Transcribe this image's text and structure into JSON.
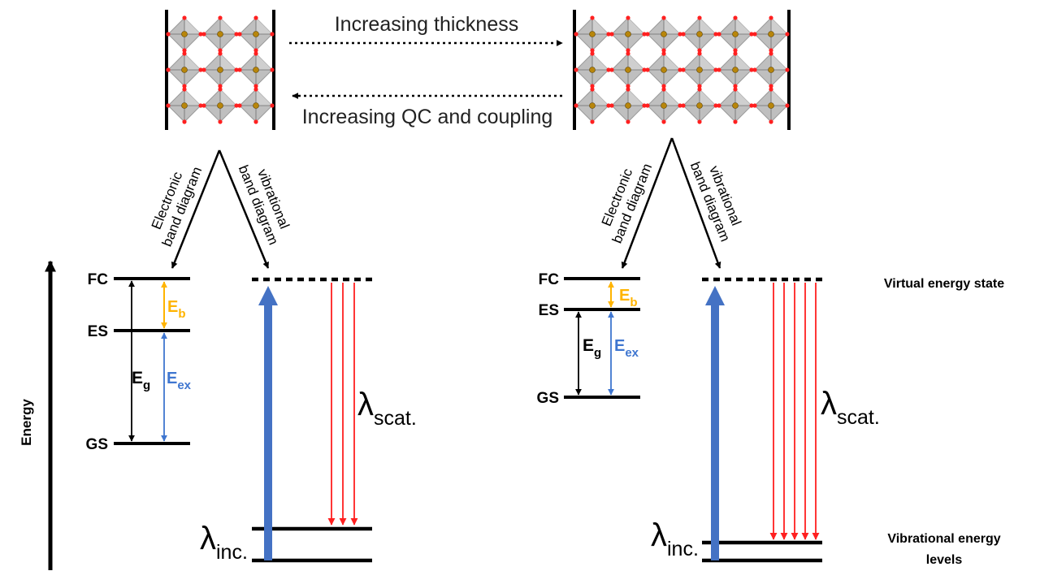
{
  "header": {
    "increasing_thickness": "Increasing thickness",
    "increasing_qc": "Increasing QC and coupling"
  },
  "labels": {
    "energy": "Energy",
    "electronic_line1": "Electronic",
    "electronic_line2": "band diagram",
    "vibrational_line1": "vibrational",
    "vibrational_line2": "band diagram",
    "virtual_energy_state": "Virtual energy state",
    "vibrational_levels_line1": "Vibrational energy",
    "vibrational_levels_line2": "levels"
  },
  "levels": {
    "fc": "FC",
    "es": "ES",
    "gs": "GS",
    "e_main": "E",
    "b_sub": "b",
    "g_sub": "g",
    "ex_sub": "ex"
  },
  "wavelength": {
    "lambda": "λ",
    "scat_sub": "scat.",
    "inc_sub": "inc."
  },
  "colors": {
    "level_line": "#000000",
    "eb_arrow": "#FFB400",
    "eex_arrow": "#3F76D0",
    "incident_arrow": "#4472C4",
    "scatter_arrow": "#FF2020",
    "octahedron_fill": "#BFBFBF",
    "b_site": "#B8860B",
    "x_site": "#FF2020"
  },
  "lattices": {
    "left_columns": 3,
    "right_columns": 6,
    "rows": 3
  },
  "scattering": {
    "left_arrow_count": 3,
    "right_arrow_count": 5
  }
}
